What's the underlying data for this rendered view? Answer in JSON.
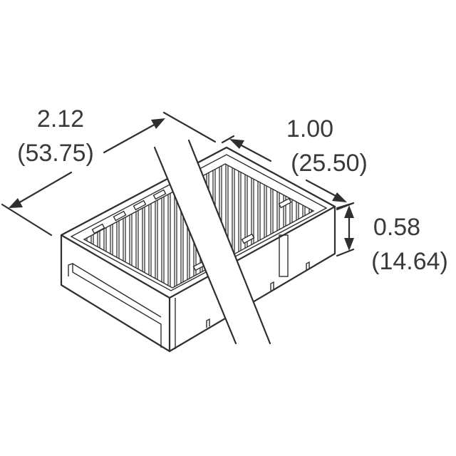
{
  "drawing": {
    "subject": "connector-housing-isometric",
    "line_color": "#2f2f2f",
    "text_color": "#3a3a3a",
    "background": "#ffffff"
  },
  "dimensions": {
    "length": {
      "inches": "2.12",
      "mm": "(53.75)"
    },
    "width": {
      "inches": "1.00",
      "mm": "(25.50)"
    },
    "height": {
      "inches": "0.58",
      "mm": "(14.64)"
    }
  }
}
